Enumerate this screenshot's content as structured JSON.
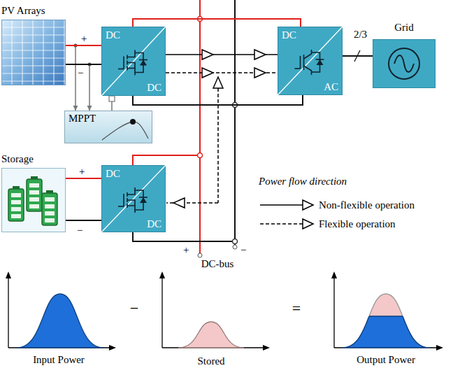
{
  "diagram": {
    "nodes": [
      {
        "text": [
          "PV Arrays"
        ]
      },
      {
        "text": [
          "DC",
          "DC"
        ]
      },
      {
        "text": [
          "DC",
          "AC"
        ]
      },
      {
        "text": [
          "Grid"
        ]
      },
      {
        "text": [
          "MPPT"
        ]
      },
      {
        "text": [
          "Storage"
        ]
      },
      {
        "text": [
          "DC",
          "DC"
        ]
      }
    ],
    "edges": [
      {
        "from": 0,
        "to": 1,
        "arrow": "none"
      },
      {
        "from": 0,
        "to": 4,
        "arrow": "to"
      },
      {
        "from": 4,
        "to": 1,
        "arrow": "none"
      },
      {
        "from": 1,
        "to": 2,
        "arrow": "none"
      },
      {
        "from": 2,
        "to": 3,
        "label": "2/3",
        "arrow": "none"
      },
      {
        "from": 5,
        "to": 6,
        "arrow": "none"
      }
    ],
    "labels": [
      "+",
      "−",
      "+",
      "−",
      "+",
      "−",
      "DC-bus",
      "Power flow direction",
      "−",
      "=",
      "Input Power",
      "Stored",
      "Output Power"
    ],
    "legend": [
      {
        "text": "Non-flexible operation"
      },
      {
        "text": "Flexible operation"
      }
    ]
  }
}
